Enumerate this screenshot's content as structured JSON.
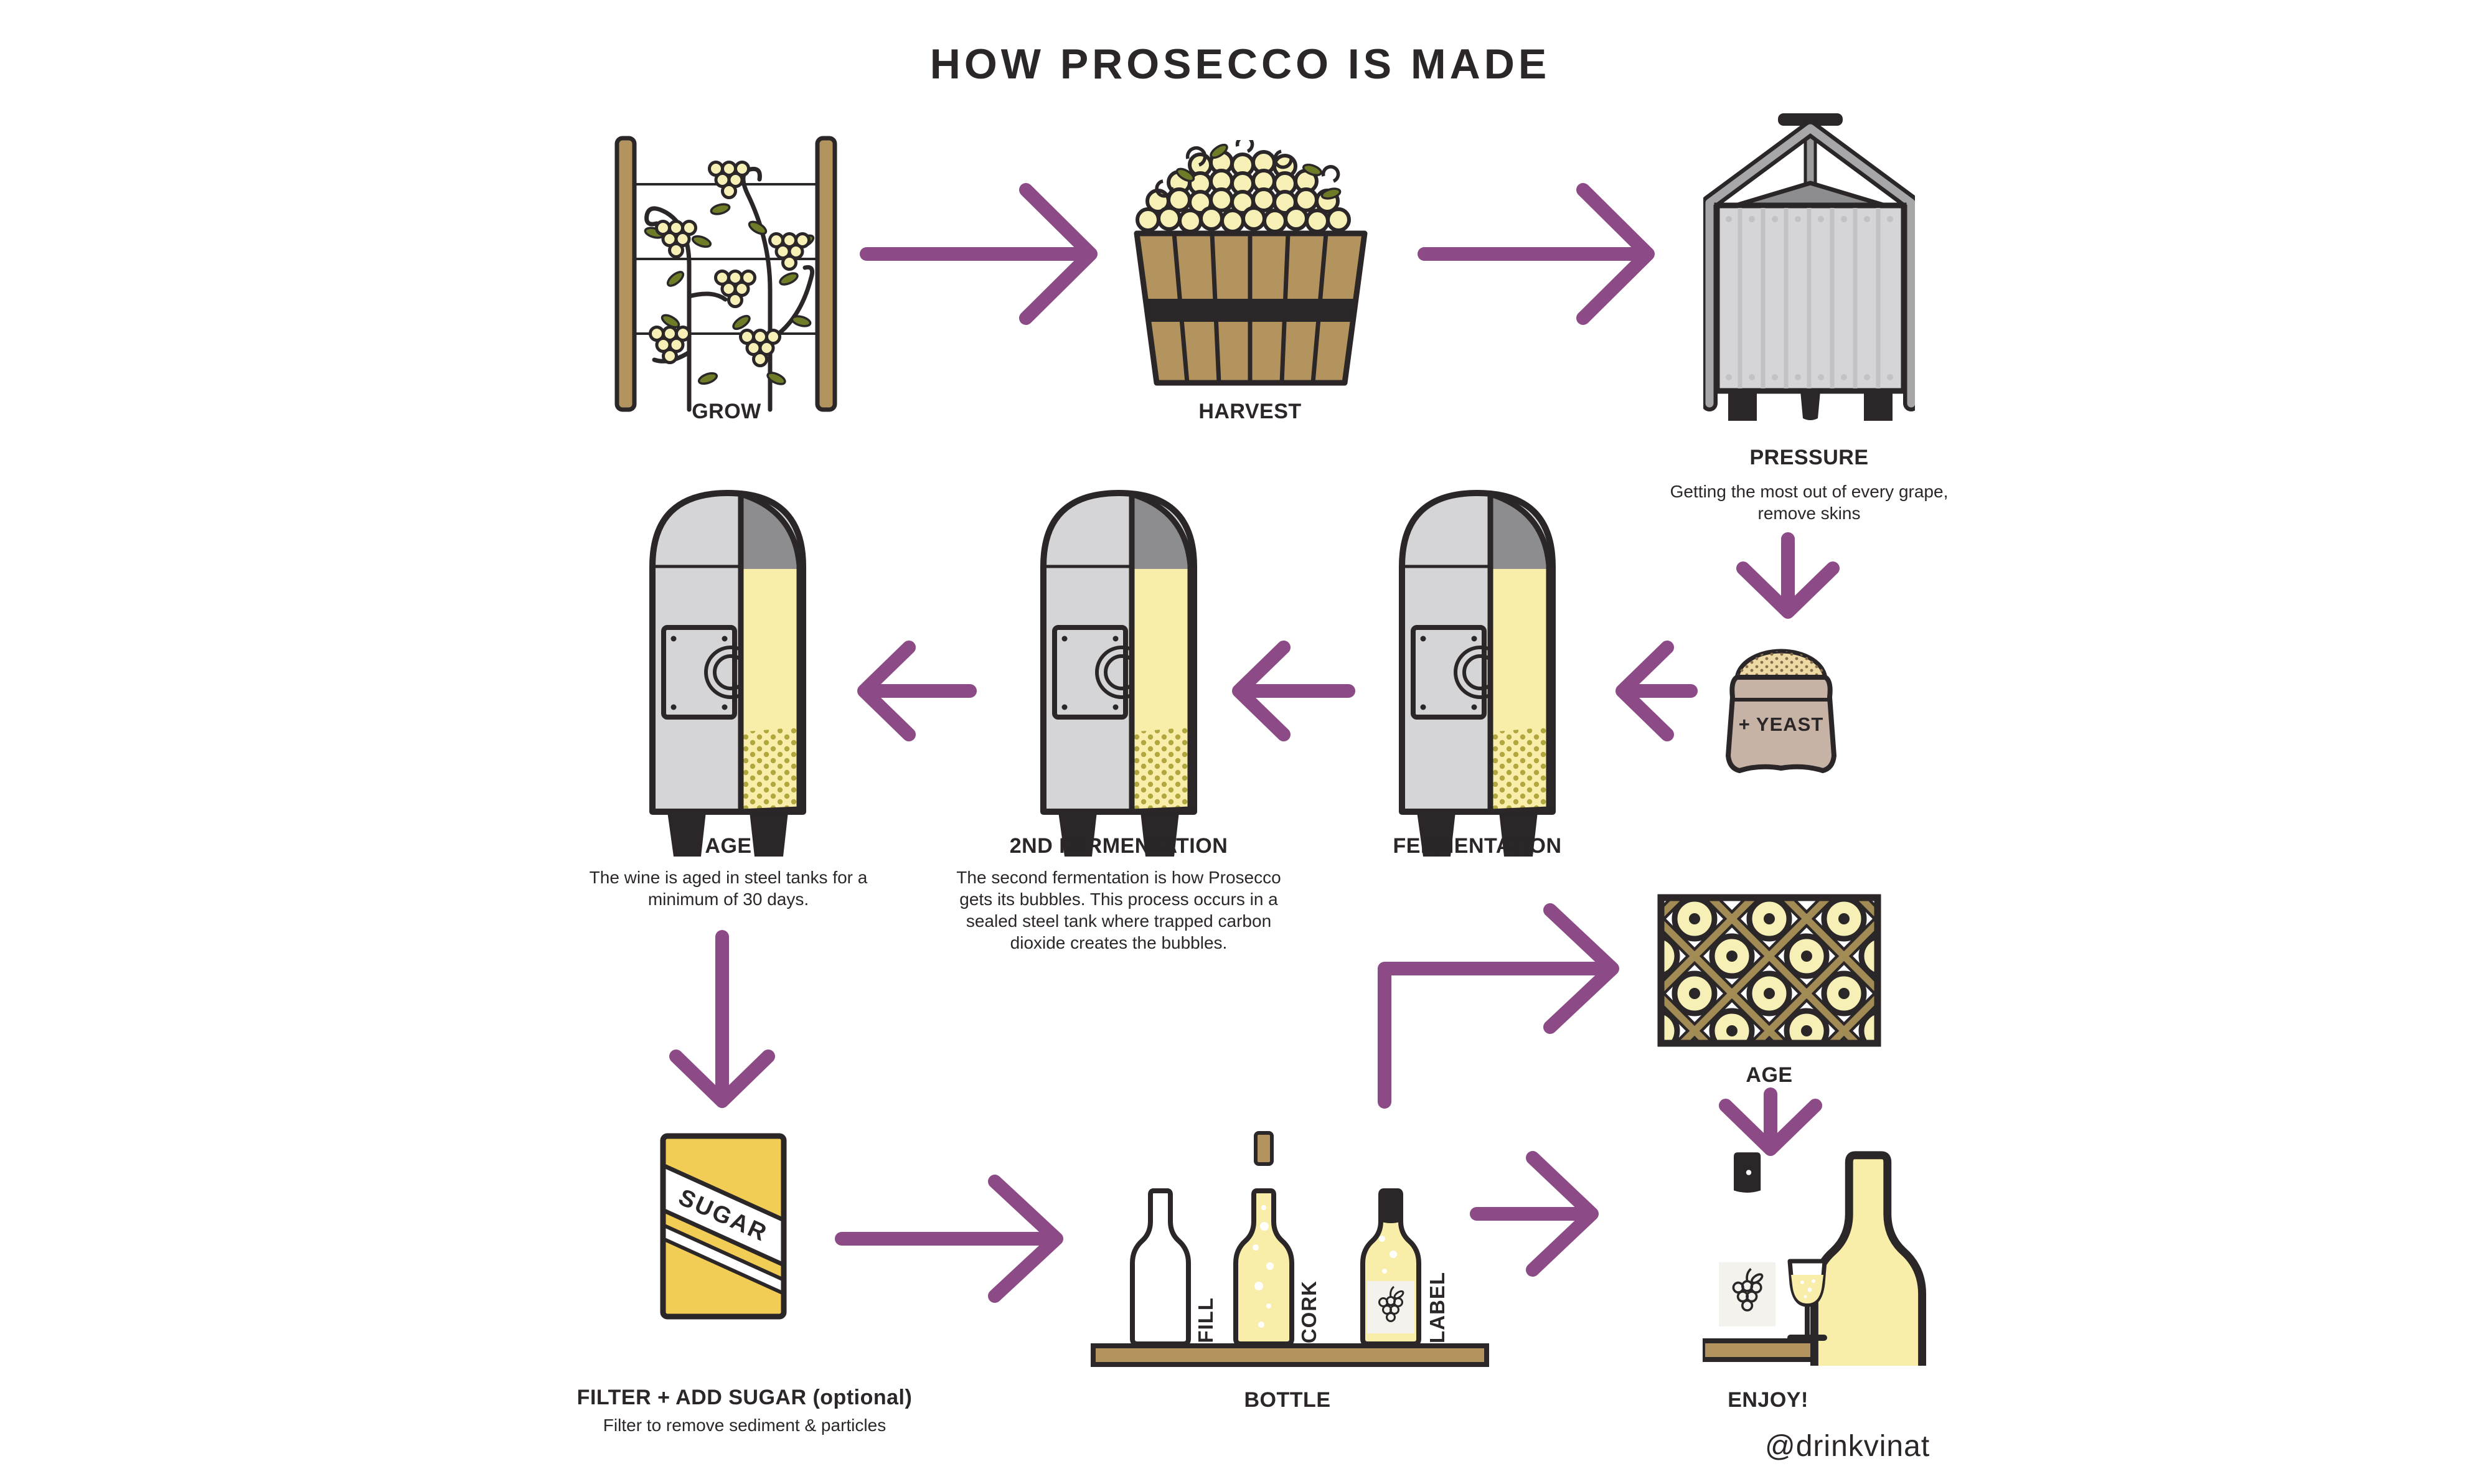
{
  "title": "HOW PROSECCO IS MADE",
  "credit": "@drinkvinat",
  "colors": {
    "ink": "#2b2628",
    "purple": "#8c4a86",
    "steel": "#d5d4d6",
    "steel-dark": "#8d8c8f",
    "steel-line": "#c2c1c4",
    "wine": "#f8eda9",
    "grape": "#f6efb6",
    "leaf": "#6e7b27",
    "wood": "#b3945f",
    "lattice": "#a28b55",
    "bag": "#c7b3a5",
    "sugar": "#f1cd55",
    "paper": "#f4f2ec"
  },
  "steps": {
    "grow": {
      "label": "GROW"
    },
    "harvest": {
      "label": "HARVEST"
    },
    "pressure": {
      "label": "PRESSURE",
      "caption": [
        "Getting the most out of every grape,",
        "remove skins"
      ]
    },
    "yeast": {
      "label": "+ YEAST"
    },
    "fermentation": {
      "label": "FERMENTATION"
    },
    "second_fermentation": {
      "label": "2ND FERMENTATION",
      "caption": [
        "The second fermentation is how Prosecco",
        "gets its bubbles. This process occurs in a",
        "sealed steel tank where trapped carbon",
        "dioxide creates the bubbles."
      ]
    },
    "age_tank": {
      "label": "AGE",
      "caption": [
        "The wine is aged in steel tanks for a",
        "minimum of 30 days."
      ]
    },
    "filter": {
      "label": "FILTER + ADD SUGAR (optional)",
      "caption": [
        "Filter to remove sediment & particles"
      ],
      "bag_text": "SUGAR"
    },
    "bottle": {
      "label": "BOTTLE",
      "stages": [
        "FILL",
        "CORK",
        "LABEL"
      ]
    },
    "age_rack": {
      "label": "AGE"
    },
    "enjoy": {
      "label": "ENJOY!"
    }
  }
}
